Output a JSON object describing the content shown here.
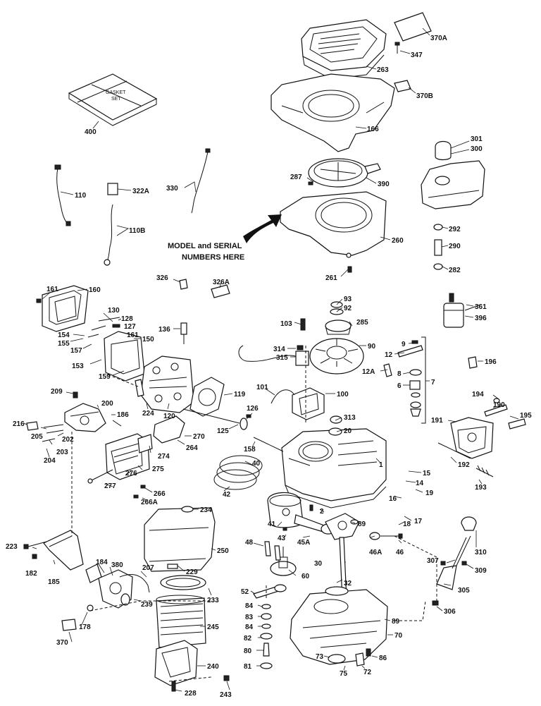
{
  "note": {
    "line1": "MODEL and SERIAL",
    "line2": "NUMBERS HERE"
  },
  "gasket_text": {
    "line1": "GASKET",
    "line2": "SET"
  },
  "labels": {
    "p370A": "370A",
    "p347": "347",
    "p263": "263",
    "p370B": "370B",
    "p166": "166",
    "p400": "400",
    "p110": "110",
    "p322A": "322A",
    "p330": "330",
    "p110B": "110B",
    "p301": "301",
    "p300": "300",
    "p287": "287",
    "p390": "390",
    "p292": "292",
    "p290": "290",
    "p282": "282",
    "p260": "260",
    "p261": "261",
    "p326": "326",
    "p326A": "326A",
    "p161a": "161",
    "p160": "160",
    "p130": "130",
    "p128": "128",
    "p127": "127",
    "p161b": "161",
    "p150": "150",
    "p154": "154",
    "p155": "155",
    "p157": "157",
    "p153": "153",
    "p159": "159",
    "p136": "136",
    "p103": "103",
    "p93": "93",
    "p92": "92",
    "p285": "285",
    "p361": "361",
    "p396": "396",
    "p9": "9",
    "p12": "12",
    "p12A": "12A",
    "p8": "8",
    "p6": "6",
    "p7": "7",
    "p90": "90",
    "p314": "314",
    "p315": "315",
    "p196": "196",
    "p209": "209",
    "p200": "200",
    "p186": "186",
    "p224": "224",
    "p120": "120",
    "p119": "119",
    "p101": "101",
    "p100": "100",
    "p126": "126",
    "p125": "125",
    "p313": "313",
    "p20": "20",
    "p194": "194",
    "p190": "190",
    "p191": "191",
    "p195": "195",
    "p216": "216",
    "p205": "205",
    "p202": "202",
    "p203": "203",
    "p204": "204",
    "p270": "270",
    "p264": "264",
    "p274": "274",
    "p275": "275",
    "p276": "276",
    "p158": "158",
    "p40": "40",
    "p1": "1",
    "p15": "15",
    "p14": "14",
    "p192": "192",
    "p193": "193",
    "p19": "19",
    "p277": "277",
    "p266": "266",
    "p266A": "266A",
    "p42": "42",
    "p16": "16",
    "p17": "17",
    "p18": "18",
    "p234": "234",
    "p41": "41",
    "p43": "43",
    "p2": "2",
    "p89a": "89",
    "p45A": "45A",
    "p250": "250",
    "p223": "223",
    "p182": "182",
    "p185": "185",
    "p184": "184",
    "p380": "380",
    "p207": "207",
    "p229": "229",
    "p48": "48",
    "p46A": "46A",
    "p46": "46",
    "p310": "310",
    "p307": "307",
    "p309": "309",
    "p30": "30",
    "p60": "60",
    "p305": "305",
    "p233": "233",
    "p239": "239",
    "p52": "52",
    "p32": "32",
    "p84a": "84",
    "p83": "83",
    "p84b": "84",
    "p89b": "89",
    "p306": "306",
    "p178": "178",
    "p245": "245",
    "p82": "82",
    "p70": "70",
    "p370": "370",
    "p80": "80",
    "p73": "73",
    "p86": "86",
    "p240": "240",
    "p81": "81",
    "p75": "75",
    "p72": "72",
    "p228": "228",
    "p243": "243"
  }
}
